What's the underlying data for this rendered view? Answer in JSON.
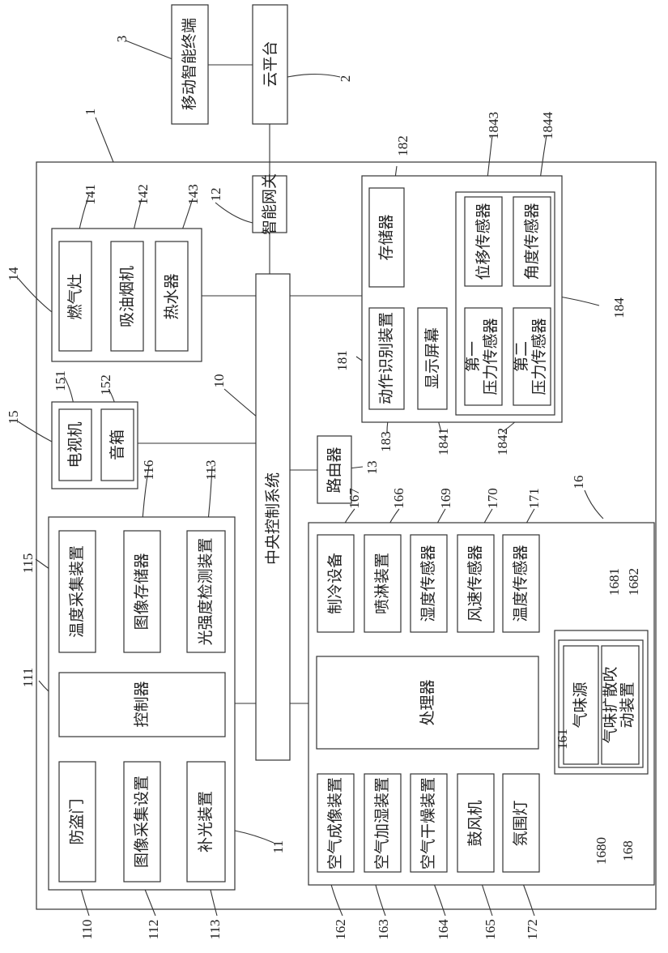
{
  "cloud": {
    "label": "云平台",
    "ref": "2"
  },
  "mobile": {
    "label": "移动智能终端",
    "ref": "3"
  },
  "system": {
    "ref": "1"
  },
  "gateway": {
    "label": "智能网关",
    "ref": "12"
  },
  "central": {
    "label": "中央控制系统",
    "ref": "10"
  },
  "router": {
    "label": "路由器",
    "ref": "13"
  },
  "kitchen": {
    "ref": "14",
    "items": [
      {
        "label": "燃气灶",
        "ref": "141"
      },
      {
        "label": "吸油烟机",
        "ref": "142"
      },
      {
        "label": "热水器",
        "ref": "143"
      }
    ]
  },
  "av": {
    "ref": "15",
    "items": [
      {
        "label": "电视机",
        "ref": "151"
      },
      {
        "label": "音箱",
        "ref": "152"
      }
    ]
  },
  "interaction": {
    "storage": {
      "label": "存储器",
      "ref": "182"
    },
    "gesture": {
      "label": "动作识别装置",
      "ref": "181",
      "ref2": "183"
    },
    "screen": {
      "label": "显示屏幕",
      "ref": "1841"
    },
    "sensors_ref": "184",
    "sensors_ref2": "1842",
    "displacement": {
      "label": "位移传感器",
      "ref": "1843"
    },
    "angle": {
      "label": "角度传感器",
      "ref": "1844"
    },
    "pressure1": {
      "line1": "第一",
      "line2": "压力传感器"
    },
    "pressure2": {
      "line1": "第二",
      "line2": "压力传感器"
    }
  },
  "security": {
    "ref": "11",
    "controller": {
      "label": "控制器",
      "ref": "111"
    },
    "temp_collect": {
      "label": "温度采集装置",
      "ref": "115"
    },
    "image_storage": {
      "label": "图像存储器",
      "ref": "116"
    },
    "light_detect": {
      "label": "光强度检测装置",
      "ref": "113"
    },
    "door": {
      "label": "防盗门",
      "ref": "110"
    },
    "image_collect": {
      "label": "图像采集设置",
      "ref": "112"
    },
    "fill_light": {
      "label": "补光装置",
      "ref": "113"
    }
  },
  "environment": {
    "ref": "16",
    "processor": {
      "label": "处理器",
      "ref": "161"
    },
    "top": [
      {
        "label": "制冷设备",
        "ref": "167"
      },
      {
        "label": "喷淋装置",
        "ref": "166"
      },
      {
        "label": "湿度传感器",
        "ref": "169"
      },
      {
        "label": "风速传感器",
        "ref": "170"
      },
      {
        "label": "温度传感器",
        "ref": "171"
      }
    ],
    "bottom": [
      {
        "label": "空气成像装置",
        "ref": "162"
      },
      {
        "label": "空气加湿装置",
        "ref": "163"
      },
      {
        "label": "空气干燥装置",
        "ref": "164"
      },
      {
        "label": "鼓风机",
        "ref": "165"
      },
      {
        "label": "氛围灯",
        "ref": "172"
      }
    ],
    "scent": {
      "ref": "168",
      "ref_inner": "1680",
      "source": {
        "label": "气味源",
        "ref": "1681"
      },
      "diffuser": {
        "line1": "气味扩散吹",
        "line2": "动装置",
        "ref": "1682"
      }
    }
  }
}
